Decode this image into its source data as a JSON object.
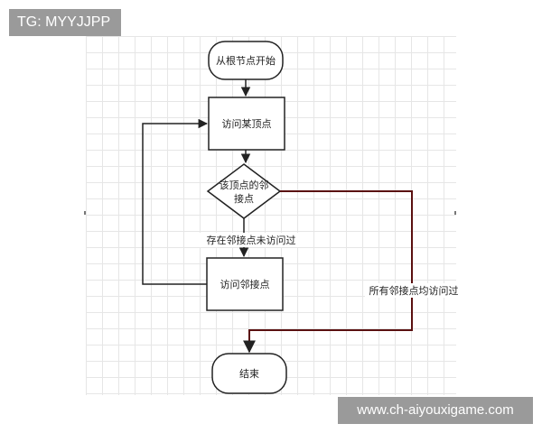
{
  "overlay": {
    "top_tag": "TG: MYYJJPP",
    "bottom_tag": "www.ch-aiyouxigame.com"
  },
  "flowchart": {
    "start": "从根节点开始",
    "visit_vertex": "访问某顶点",
    "decision_line1": "该顶点的邻",
    "decision_line2": "接点",
    "edge_unvisited": "存在邻接点未访问过",
    "visit_neighbor": "访问邻接点",
    "edge_all_visited": "所有邻接点均访问过",
    "end": "结束"
  },
  "colors": {
    "outline": "#222222",
    "highlight_edge": "#5a1010",
    "tag_bg": "#9a9a9a",
    "grid_line": "#e6e6e6"
  }
}
